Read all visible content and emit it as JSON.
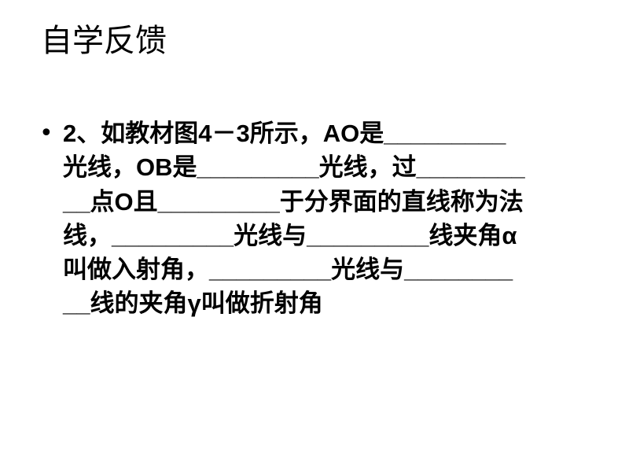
{
  "slide": {
    "title": "自学反馈",
    "bullet": "•",
    "lines": [
      "2、如教材图4－3所示，AO是_________",
      "光线，OB是_________光线，过________",
      "__点O且_________于分界面的直线称为法",
      "线，_________光线与_________线夹角α",
      "叫做入射角，_________光线与________",
      "__线的夹角γ叫做折射角"
    ]
  }
}
